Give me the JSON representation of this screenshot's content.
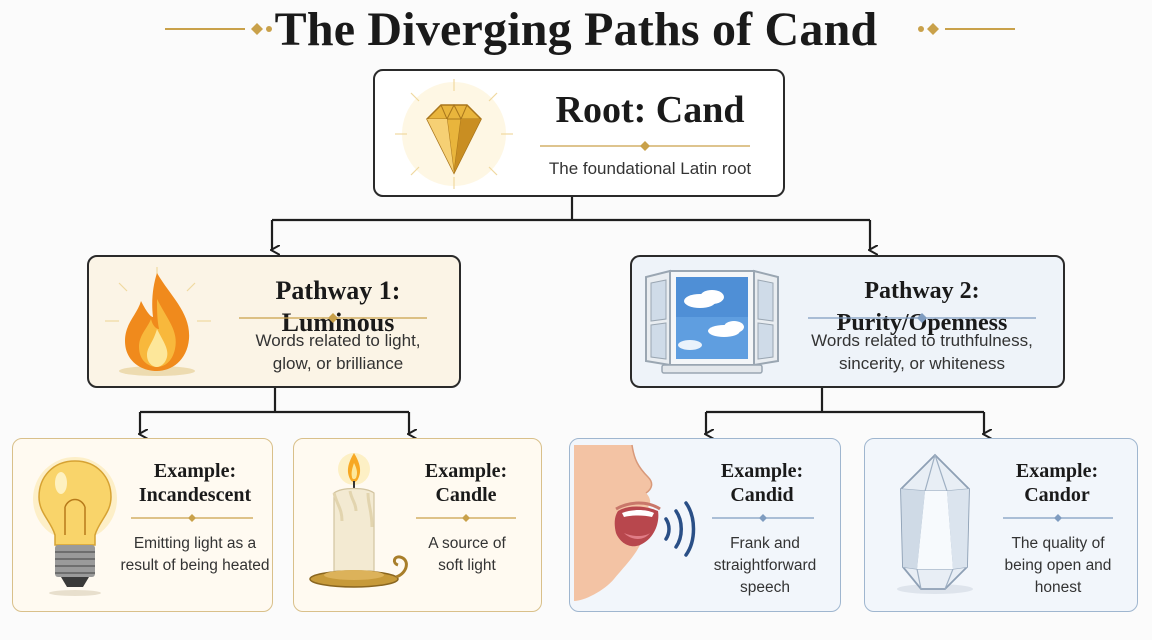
{
  "title": "The Diverging Paths of Cand",
  "root": {
    "heading": "Root: Cand",
    "desc": "The foundational Latin root"
  },
  "pathway1": {
    "heading": "Pathway 1: Luminous",
    "desc_l1": "Words related to light,",
    "desc_l2": "glow, or brilliance"
  },
  "pathway2": {
    "heading": "Pathway 2: Purity/Openness",
    "desc_l1": "Words related to truthfulness,",
    "desc_l2": "sincerity, or whiteness"
  },
  "examples": [
    {
      "label": "Example:",
      "word": "Incandescent",
      "desc_l1": "Emitting light as a",
      "desc_l2": "result of being heated",
      "desc_l3": ""
    },
    {
      "label": "Example:",
      "word": "Candle",
      "desc_l1": "A source of",
      "desc_l2": "soft light",
      "desc_l3": ""
    },
    {
      "label": "Example:",
      "word": "Candid",
      "desc_l1": "Frank and",
      "desc_l2": "straightforward",
      "desc_l3": "speech"
    },
    {
      "label": "Example:",
      "word": "Candor",
      "desc_l1": "The quality of",
      "desc_l2": "being open and",
      "desc_l3": "honest"
    }
  ],
  "colors": {
    "gold": "#c9a14a",
    "blue": "#7f9cc0",
    "line": "#1e1e1e"
  }
}
